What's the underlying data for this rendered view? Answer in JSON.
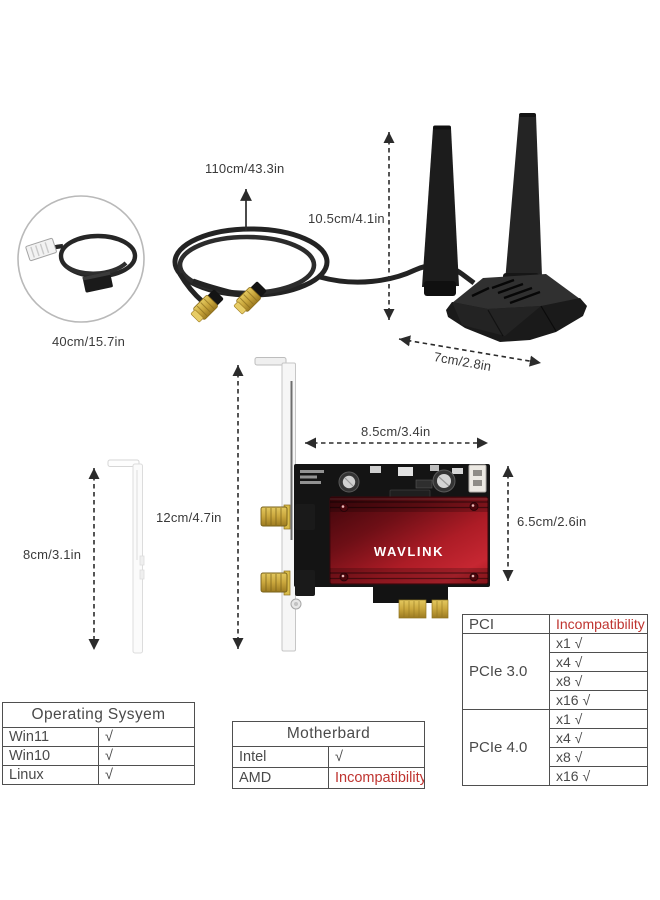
{
  "labels": {
    "usb_cable": "40cm/15.7in",
    "antenna_cable": "110cm/43.3in",
    "antenna_height": "10.5cm/4.1in",
    "base_width": "7cm/2.8in",
    "card_width": "8.5cm/3.4in",
    "card_height": "6.5cm/2.6in",
    "bracket_full": "12cm/4.7in",
    "bracket_low": "8cm/3.1in"
  },
  "card": {
    "brand": "WAVLINK"
  },
  "colors": {
    "incompatibility_red": "#bf3430",
    "heatsink_red": "#b01e27",
    "gold": "#c9a63c"
  },
  "tables": {
    "os": {
      "title": "Operating Sysyem",
      "rows": [
        {
          "label": "Win11",
          "value": "√"
        },
        {
          "label": "Win10",
          "value": "√"
        },
        {
          "label": "Linux",
          "value": "√"
        }
      ]
    },
    "motherboard": {
      "title": "Motherbard",
      "rows": [
        {
          "label": "Intel",
          "value": "√"
        },
        {
          "label": "AMD",
          "value": "Incompatibility"
        }
      ]
    },
    "pci": {
      "header": {
        "label": "PCI",
        "value": "Incompatibility"
      },
      "groups": [
        {
          "label": "PCIe 3.0",
          "slots": [
            "x1 √",
            "x4 √",
            "x8 √",
            "x16 √"
          ]
        },
        {
          "label": "PCIe 4.0",
          "slots": [
            "x1 √",
            "x4 √",
            "x8 √",
            "x16 √"
          ]
        }
      ]
    }
  }
}
